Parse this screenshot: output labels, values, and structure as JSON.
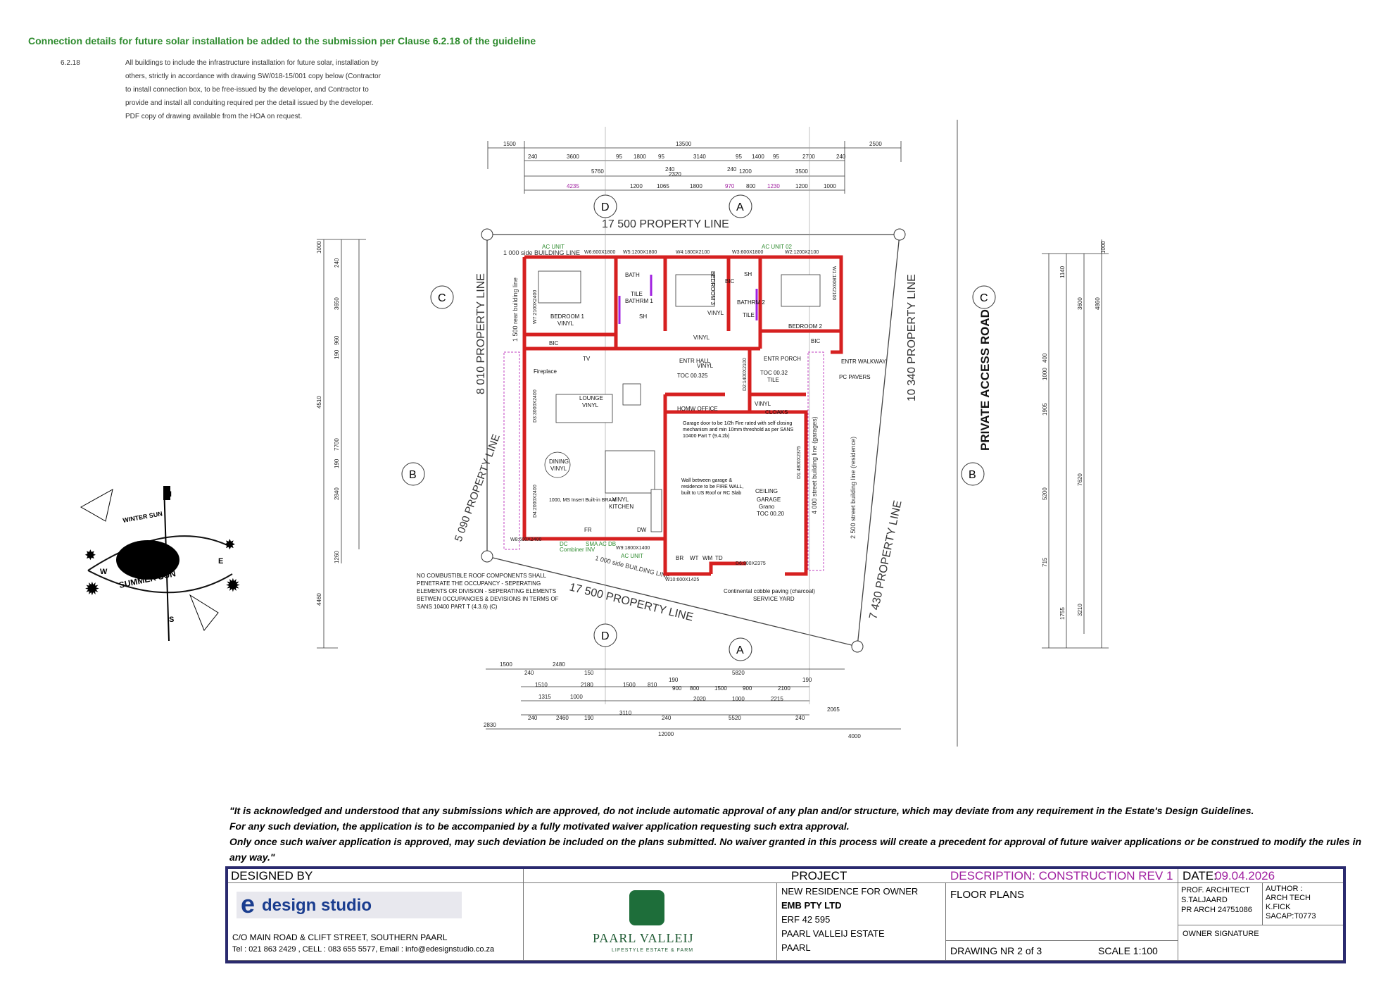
{
  "note": {
    "title": "Connection details for future solar installation be added to the submission per Clause 6.2.18 of the guideline",
    "clause_number": "6.2.18",
    "clause_lines": [
      "All buildings to include the infrastructure installation for future solar, installation by",
      "others, strictly in accordance with drawing SW/018-15/001 copy below (Contractor",
      "to install connection box, to be free-issued by the developer, and Contractor to",
      "provide and install all conduiting required per the detail issued by the developer.",
      "PDF copy of drawing available from the HOA on request."
    ]
  },
  "plan": {
    "property_lines": {
      "top": "17 500 PROPERTY LINE",
      "bottom": "17 500 PROPERTY LINE",
      "left": "8 010 PROPERTY LINE",
      "left_lower": "5 090 PROPERTY LINE",
      "right": "10 340 PROPERTY LINE",
      "right_lower": "7 430 PROPERTY LINE"
    },
    "building_lines": {
      "top": "1 000 side BUILDING LINE",
      "rear": "1 500 rear building line",
      "bottom": "1 000 side BUILDING LINE",
      "street": "4 000 street building line (garages)",
      "street_res": "2 500 street building line (residence)"
    },
    "road": "PRIVATE ACCESS ROAD",
    "section_markers": [
      "A",
      "B",
      "C",
      "D"
    ],
    "rooms": {
      "bed1": "BEDROOM 1",
      "bed1_floor": "VINYL",
      "bed2": "BEDROOM 2",
      "bed3": "BEDROOM 3",
      "bath": "BATH",
      "bathrm1": "BATHRM 1",
      "bathrm2": "BATHRM 2",
      "tile": "TILE",
      "sh": "SH",
      "bic": "BIC",
      "vinyl": "VINYL",
      "lounge": "LOUNGE",
      "dining": "DINING",
      "kitchen": "KITCHEN",
      "fireplace": "Fireplace",
      "tv": "TV",
      "entr_hall": "ENTR HALL",
      "entr_hall_toc": "TOC 00.325",
      "entr_porch": "ENTR PORCH",
      "entr_porch_toc": "TOC 00.32",
      "entr_walkway": "ENTR WALKWAY",
      "pc_pavers": "PC PAVERS",
      "cloaks": "CLOAKS",
      "home_office": "HOMW OFFICE",
      "garage": "GARAGE",
      "garage_floor": "Grano",
      "garage_toc": "TOC 00.20",
      "ceiling": "CEILING",
      "service_yard": "SERVICE YARD",
      "paving": "Continental cobble paving (charcoal)",
      "braai": "1000, MS Insert Built-in BRAAI",
      "fr": "FR",
      "dw": "DW",
      "br": "BR",
      "wt": "WT",
      "wm": "WM",
      "td": "TD",
      "ac_unit": "AC UNIT",
      "ac_unit2": "AC UNIT 02",
      "combiner": "Combiner INV",
      "dc": "DC",
      "sma": "SMA AC DB"
    },
    "notes": {
      "garage_door": "Garage door to be 1/2h Fire rated with self closing mechanism and min 10mm threshold as per SANS 10400 Part T (9.4.2b)",
      "wall": "Wall between garage & residence to be FIRE WALL, built to US Roof or RC Slab",
      "roof": [
        "NO COMBUSTIBLE ROOF COMPONENTS SHALL",
        "PENETRATE THE OCCUPANCY - SEPERATING",
        "ELEMENTS OR DIVISION - SEPERATING ELEMENTS",
        "BETWEN OCCUPANCIES & DEVISIONS IN TERMS OF",
        "SANS 10400 PART T (4.3.6) (C)"
      ]
    },
    "windows": [
      "W6:600X1800",
      "W5:1200X1800",
      "W4:1800X2100",
      "W3:600X1800",
      "W2:1200X2100",
      "W1:1800X2100",
      "W7:2100X2400",
      "W8:600X2400",
      "W9:1800X1400",
      "W10:600X1425",
      "D6:900X2375",
      "D1:4800X2375",
      "D2:1400X2100",
      "D3:3000X2400",
      "D4:2000X2400"
    ],
    "dims_top_row1": [
      "1500",
      "13500",
      "2500"
    ],
    "dims_top_row2": [
      "240",
      "3600",
      "95",
      "1800",
      "95",
      "3140",
      "95",
      "1400",
      "95",
      "2700",
      "240"
    ],
    "dims_top_row3": [
      "5760",
      "240",
      "2320",
      "240",
      "1200",
      "3500"
    ],
    "dims_top_row4": [
      "4235",
      "1200",
      "1065",
      "1800",
      "970",
      "800",
      "1230",
      "1200",
      "1000"
    ],
    "dims_bottom_row1": [
      "1500",
      "2480",
      "150",
      "5820"
    ],
    "dims_bottom_row2": [
      "240",
      "1510",
      "2180",
      "1500",
      "810",
      "190",
      "900",
      "800",
      "1500",
      "900",
      "2100",
      "190"
    ],
    "dims_bottom_row3": [
      "1315",
      "1000",
      "2020",
      "1000",
      "2215"
    ],
    "dims_bottom_row4": [
      "240",
      "2460",
      "190",
      "3110",
      "240",
      "5520",
      "240"
    ],
    "dims_bottom_row5": [
      "2830",
      "12000",
      "2065",
      "4000"
    ],
    "dims_left": [
      "1000",
      "240",
      "3650",
      "960",
      "190",
      "4510",
      "7700",
      "190",
      "2840",
      "1260",
      "4460"
    ],
    "dims_right": [
      "1000",
      "1140",
      "3600",
      "4860",
      "400",
      "1000",
      "1905",
      "5200",
      "7620",
      "715",
      "1755",
      "3210"
    ],
    "compass": {
      "n": "N",
      "s": "S",
      "e": "E",
      "w": "W",
      "winter": "WINTER SUN",
      "summer": "SUMMER SUN"
    }
  },
  "acknowledgement": [
    "\"It is acknowledged and understood that any submissions which are approved, do not include automatic approval of any plan and/or structure, which may deviate from any requirement in the Estate's Design Guidelines.",
    "For any such deviation, the application is to be accompanied by a fully motivated waiver application requesting such extra approval.",
    "Only once such waiver application is approved, may such deviation be included on the plans submitted. No waiver granted in this process will create a precedent for approval of future waiver applications or be construed to modify the rules in any way.\""
  ],
  "title_block": {
    "designed_by": "DESIGNED BY",
    "studio": "design studio",
    "studio_e": "e",
    "address": "C/O MAIN ROAD & CLIFT STREET, SOUTHERN PAARL",
    "contacts": "Tel : 021 863 2429 ,  CELL : 083 655 5577,  Email : info@edesignstudio.co.za",
    "estate_logo": "PAARL VALLEIJ",
    "estate_tag": "LIFESTYLE ESTATE & FARM",
    "project_label": "PROJECT",
    "project_lines": [
      "NEW RESIDENCE FOR OWNER",
      "EMB PTY LTD",
      "ERF 42 595",
      "PAARL VALLEIJ ESTATE",
      "PAARL"
    ],
    "description": "DESCRIPTION: CONSTRUCTION REV 1",
    "date_label": "DATE:",
    "date_value": "09.04.2026",
    "drawing_title": "FLOOR  PLANS",
    "drawing_nr": "DRAWING NR 2 of 3",
    "scale": "SCALE  1:100",
    "architect": [
      "PROF. ARCHITECT",
      "S.TALJAARD",
      "PR ARCH 24751086"
    ],
    "author": [
      "AUTHOR :",
      "ARCH TECH",
      "K.FICK",
      "SACAP:T0773"
    ],
    "owner_signature": "OWNER SIGNATURE"
  },
  "colors": {
    "wall": "#d62020",
    "note": "#2e8b2e",
    "accent": "#a020a0",
    "frame": "#2a2a6e",
    "studio_blue": "#1a3d8f"
  }
}
